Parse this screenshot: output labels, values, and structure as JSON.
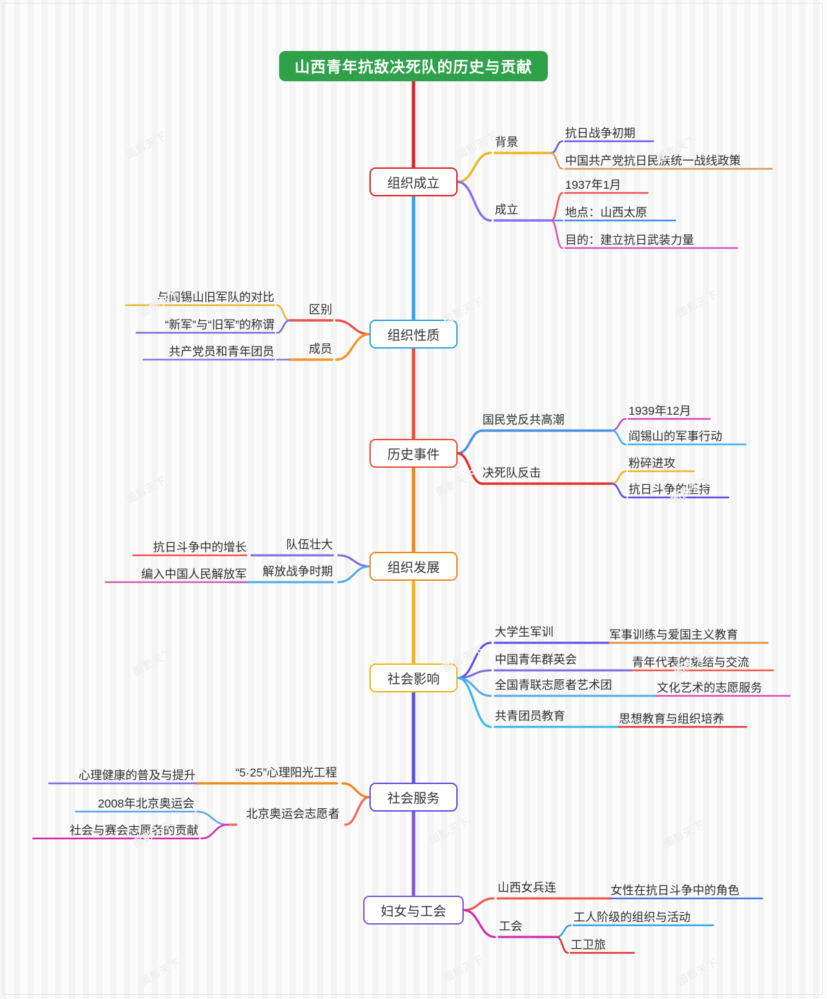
{
  "root": {
    "label": "山西青年抗敌决死队的历史与贡献",
    "color": "#2fa14b"
  },
  "watermark": "图影天下",
  "spine_colors": [
    "#d8232a",
    "#2fa3e8",
    "#ef4a36",
    "#f08519",
    "#f2b517",
    "#5b4fe0",
    "#7a57d6"
  ],
  "branches": [
    {
      "id": "org-founding",
      "label": "组织成立",
      "color": "#e02020",
      "side": "right",
      "children": [
        {
          "label": "背景",
          "color": "#f0b429",
          "children": [
            {
              "label": "抗日战争初期",
              "color": "#6a5ae0"
            },
            {
              "label": "中国共产党抗日民族统一战线政策",
              "color": "#d99a5b"
            }
          ]
        },
        {
          "label": "成立",
          "color": "#8a6fe8",
          "children": [
            {
              "label": "1937年1月",
              "color": "#ef5350"
            },
            {
              "label": "地点：山西太原",
              "color": "#4a90e2"
            },
            {
              "label": "目的：建立抗日武装力量",
              "color": "#d858b8"
            }
          ]
        }
      ]
    },
    {
      "id": "org-nature",
      "label": "组织性质",
      "color": "#2fa3e8",
      "side": "left",
      "children": [
        {
          "label": "区别",
          "color": "#e8524a",
          "children": [
            {
              "label": "与阎锡山旧军队的对比",
              "color": "#e8b73a"
            },
            {
              "label": "“新军”与“旧军”的称谓",
              "color": "#7b6ce0"
            }
          ]
        },
        {
          "label": "成员",
          "color": "#f0952a",
          "children": [
            {
              "label": "共产党员和青年团员",
              "color": "#8a7ae0"
            }
          ]
        }
      ]
    },
    {
      "id": "history-events",
      "label": "历史事件",
      "color": "#ef4a36",
      "side": "right",
      "children": [
        {
          "label": "国民党反共高潮",
          "color": "#4a90e2",
          "children": [
            {
              "label": "1939年12月",
              "color": "#c94fa8"
            },
            {
              "label": "阎锡山的军事行动",
              "color": "#45b4e8"
            }
          ]
        },
        {
          "label": "决死队反击",
          "color": "#e03030",
          "children": [
            {
              "label": "粉碎进攻",
              "color": "#f0b429"
            },
            {
              "label": "抗日斗争的坚持",
              "color": "#5b4fe0"
            }
          ]
        }
      ]
    },
    {
      "id": "org-development",
      "label": "组织发展",
      "color": "#f08519",
      "side": "left",
      "children": [
        {
          "label": "队伍壮大",
          "color": "#7b6ce0",
          "children": [
            {
              "label": "抗日斗争中的增长",
              "color": "#ef5350"
            }
          ]
        },
        {
          "label": "解放战争时期",
          "color": "#4aa8e8",
          "children": [
            {
              "label": "编入中国人民解放军",
              "color": "#d45aaa"
            }
          ]
        }
      ]
    },
    {
      "id": "social-impact",
      "label": "社会影响",
      "color": "#f2b517",
      "side": "right",
      "children": [
        {
          "label": "大学生军训",
          "color": "#5b4fe0",
          "children": [
            {
              "label": "军事训练与爱国主义教育",
              "color": "#e08a2a"
            }
          ]
        },
        {
          "label": "中国青年群英会",
          "color": "#7b6ce0",
          "children": [
            {
              "label": "青年代表的集结与交流",
              "color": "#ef5a4a"
            }
          ]
        },
        {
          "label": "全国青联志愿者艺术团",
          "color": "#5aa8e8",
          "children": [
            {
              "label": "文化艺术的志愿服务",
              "color": "#e04ab4"
            }
          ]
        },
        {
          "label": "共青团员教育",
          "color": "#2fb8e8",
          "children": [
            {
              "label": "思想教育与组织培养",
              "color": "#e03030"
            }
          ]
        }
      ]
    },
    {
      "id": "social-service",
      "label": "社会服务",
      "color": "#5b4fe0",
      "side": "left",
      "children": [
        {
          "label": "“5·25”心理阳光工程",
          "color": "#f08519",
          "children": [
            {
              "label": "心理健康的普及与提升",
              "color": "#7b6ce0"
            }
          ]
        },
        {
          "label": "北京奥运会志愿者",
          "color": "#ef6a5a",
          "children": [
            {
              "label": "2008年北京奥运会",
              "color": "#5aa8e8"
            },
            {
              "label": "社会与赛会志愿者的贡献",
              "color": "#d42ab0"
            }
          ]
        }
      ]
    },
    {
      "id": "women-union",
      "label": "妇女与工会",
      "color": "#7a57d6",
      "side": "right",
      "children": [
        {
          "label": "山西女兵连",
          "color": "#ef5a4a",
          "children": [
            {
              "label": "女性在抗日斗争中的角色",
              "color": "#4a78d8"
            }
          ]
        },
        {
          "label": "工会",
          "color": "#d42ab0",
          "children": [
            {
              "label": "工人阶级的组织与活动",
              "color": "#2fa3e8"
            },
            {
              "label": "工卫旅",
              "color": "#e03030"
            }
          ]
        }
      ]
    }
  ]
}
